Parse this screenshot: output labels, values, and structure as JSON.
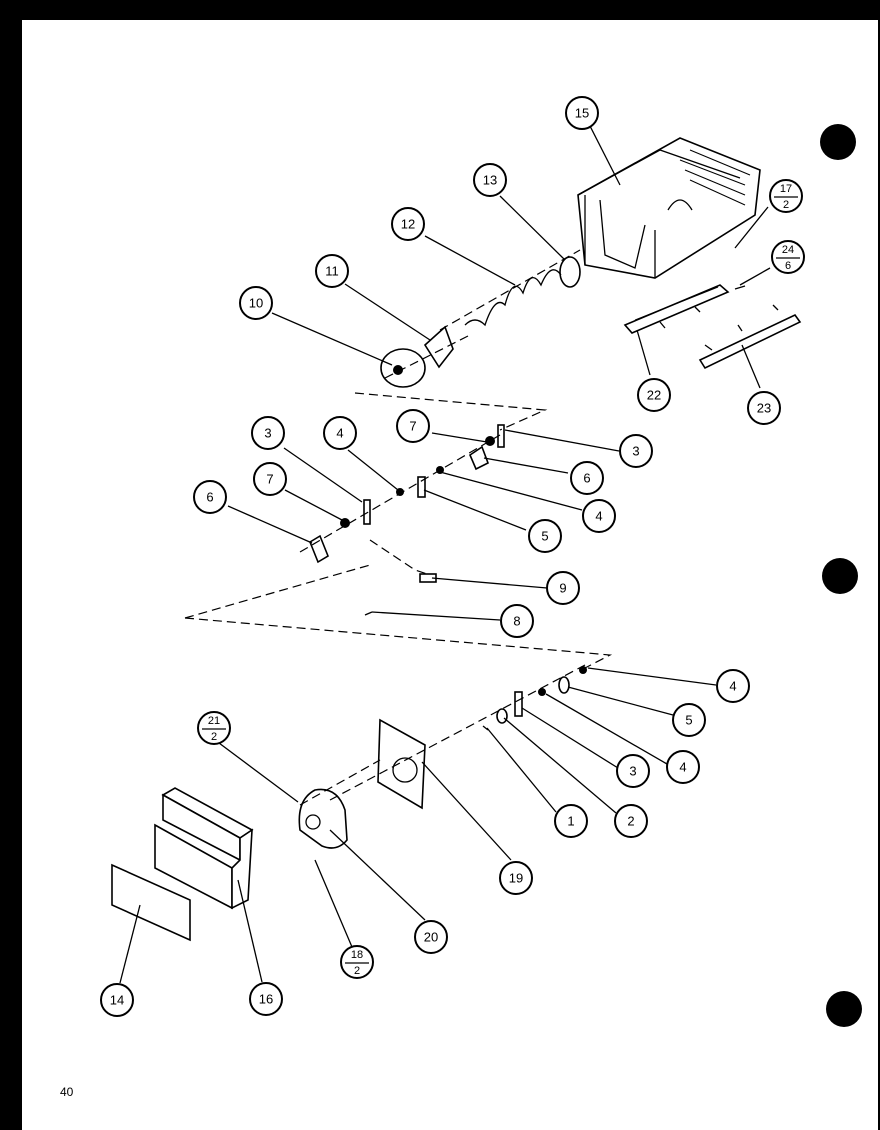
{
  "page": {
    "page_number": "40"
  },
  "callouts": [
    {
      "id": "c15",
      "label": "15"
    },
    {
      "id": "c13",
      "label": "13"
    },
    {
      "id": "c12",
      "label": "12"
    },
    {
      "id": "c11",
      "label": "11"
    },
    {
      "id": "c10",
      "label": "10"
    },
    {
      "id": "c17",
      "num": "17",
      "den": "2"
    },
    {
      "id": "c24",
      "num": "24",
      "den": "6"
    },
    {
      "id": "c22",
      "label": "22"
    },
    {
      "id": "c23",
      "label": "23"
    },
    {
      "id": "c3a",
      "label": "3"
    },
    {
      "id": "c4a",
      "label": "4"
    },
    {
      "id": "c7a",
      "label": "7"
    },
    {
      "id": "c3b",
      "label": "3"
    },
    {
      "id": "c7b",
      "label": "7"
    },
    {
      "id": "c6a",
      "label": "6"
    },
    {
      "id": "c6b",
      "label": "6"
    },
    {
      "id": "c4b",
      "label": "4"
    },
    {
      "id": "c5a",
      "label": "5"
    },
    {
      "id": "c9",
      "label": "9"
    },
    {
      "id": "c8",
      "label": "8"
    },
    {
      "id": "c4c",
      "label": "4"
    },
    {
      "id": "c5b",
      "label": "5"
    },
    {
      "id": "c21",
      "num": "21",
      "den": "2"
    },
    {
      "id": "c3c",
      "label": "3"
    },
    {
      "id": "c4d",
      "label": "4"
    },
    {
      "id": "c1",
      "label": "1"
    },
    {
      "id": "c2",
      "label": "2"
    },
    {
      "id": "c19",
      "label": "19"
    },
    {
      "id": "c20",
      "label": "20"
    },
    {
      "id": "c18",
      "num": "18",
      "den": "2"
    },
    {
      "id": "c14",
      "label": "14"
    },
    {
      "id": "c16",
      "label": "16"
    }
  ]
}
